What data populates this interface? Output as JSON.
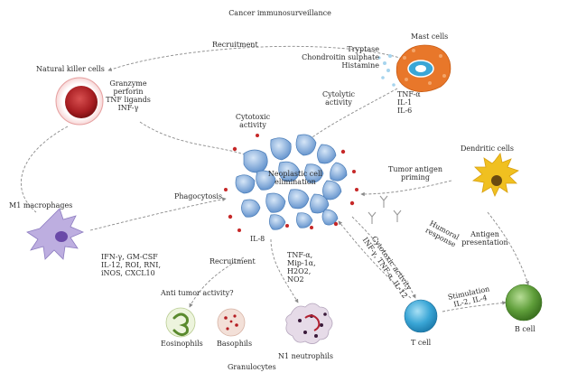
{
  "title": "Cancer immunosurveillance",
  "center_label": [
    "Neoplastic cell",
    "elimination"
  ],
  "cells": {
    "mast": "Mast cells",
    "nk": "Natural killer cells",
    "dendritic": "Dendritic cells",
    "m1": "M1 macrophages",
    "b": "B cell",
    "t": "T cell",
    "n1": "N1 neutrophils",
    "granulocytes": "Granulocytes",
    "basophils": "Basophils",
    "eosinophils": "Eosinophils"
  },
  "labels": {
    "recruitment_top": "Recruitment",
    "mast_factors": [
      "Tryptase",
      "Chondroitin sulphate",
      "Histamine"
    ],
    "nk_factors": [
      "Granzyme",
      "perforin",
      "TNF ligands",
      "INF-γ"
    ],
    "mast_cytokines": [
      "TNF-α",
      "IL-1",
      "IL-6"
    ],
    "cytolytic": [
      "Cytolytic",
      "activity"
    ],
    "cytotoxic": [
      "Cytotoxic",
      "activity"
    ],
    "tumor_antigen": [
      "Tumor antigen",
      "priming"
    ],
    "phagocytosis": "Phagocytosis",
    "m1_factors": [
      "IFN-γ, GM-CSF",
      "IL-12, ROI, RNI,",
      "iNOS, CXCL10"
    ],
    "il8": "IL-8",
    "recruitment_bottom": "Recruitment",
    "neutro_factors": [
      "TNF-α,",
      "Mip-1α,",
      "H2O2,",
      "NO2"
    ],
    "humoral": [
      "Humoral",
      "response"
    ],
    "antigen_presentation": [
      "Antigen",
      "presentation"
    ],
    "cytotoxic_activity_t": [
      "Cytotoxic activity",
      "INF-γ, TNF-α, IL-12"
    ],
    "stimulation": [
      "Stimulation",
      "IL-2, IL-4"
    ],
    "anti_tumor": "Anti tumor activity?"
  },
  "colors": {
    "tumor": "#6b9bd2",
    "nk": "#b8282a",
    "mast": "#e8772a",
    "dendritic": "#f0c020",
    "m1": "#a38fd0",
    "b": "#5f9e3a",
    "t": "#3aa6d6",
    "arrow": "#8a8a8a"
  }
}
